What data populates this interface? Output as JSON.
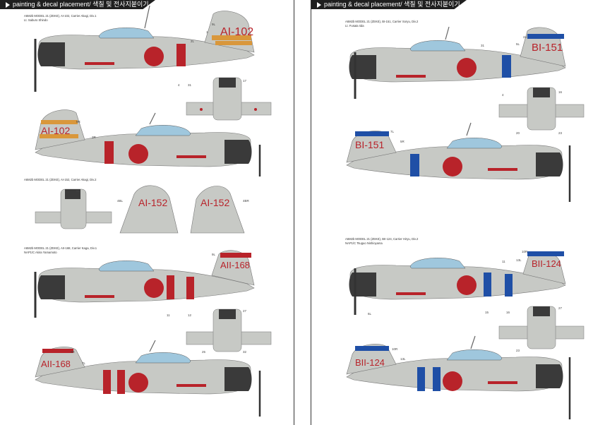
{
  "header": {
    "title": "painting & decal placement/ 색칠 및 전사지붙이기"
  },
  "colors": {
    "red": "#b8232a",
    "blue": "#1f4fa6",
    "orange": "#d9973b",
    "hull": "#c7c9c5",
    "cowl": "#3a3a3a"
  },
  "left": {
    "cap1": "A6M2b MODEL 21 (ZEKE), AI-102, Carrier Akagi, Div.1",
    "cap1b": "Lt. Saburo Shindo",
    "code1": "AI-102",
    "code1b": "AI-102",
    "cap2": "A6M2b MODEL 21 (ZEKE), AI-152, Carrier Akagi, Div.2",
    "code2a": "AI-152",
    "code2b": "AI-152",
    "cap3": "A6M2b MODEL 21 (ZEKE), AII-168, Carrier Kaga, Div.1",
    "cap3b": "NAP1/C Akira Yamamoto",
    "code3": "AII-168",
    "code3b": "AII-168"
  },
  "right": {
    "cap1": "A6M2b MODEL 21 (ZEKE), BI-151, Carrier Soryu, Div.2",
    "cap1b": "Lt. Fusata Iida",
    "code1": "BI-151",
    "code1b": "BI-151",
    "cap2": "A6M2b MODEL 21 (ZEKE), BII-124, Carrier Hiryu, Div.2",
    "cap2b": "NAP1/C Tsuguo Nishioyama",
    "code2": "BII-124",
    "code2b": "BII-124"
  },
  "callouts": [
    "9L",
    "1",
    "2L",
    "4",
    "31",
    "17",
    "9R",
    "3R",
    "16",
    "19",
    "26",
    "4BL",
    "4BR",
    "12",
    "15",
    "11",
    "27",
    "25",
    "32",
    "23",
    "24",
    "5L",
    "7L",
    "5R",
    "7R",
    "10R",
    "13L",
    "14L",
    "33",
    "46",
    "6L",
    "6R",
    "20"
  ]
}
